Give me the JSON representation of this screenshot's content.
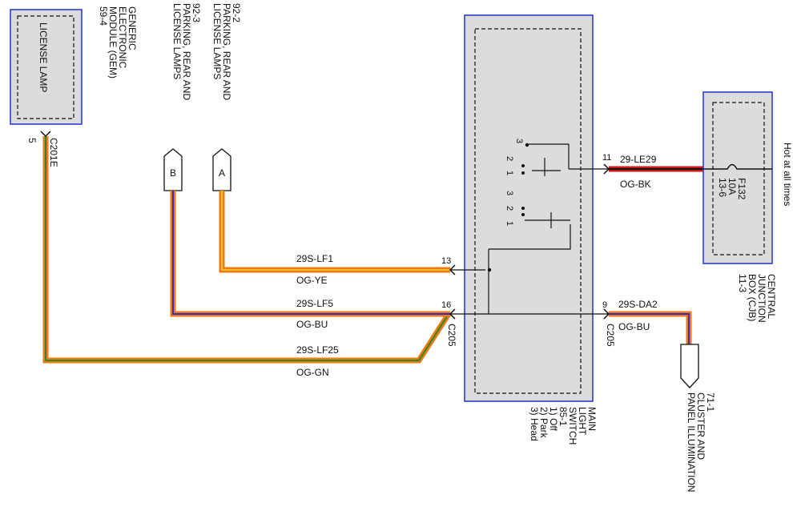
{
  "gem": {
    "box_label": "LICENSE LAMP",
    "title_lines": [
      "GENERIC",
      "ELECTRONIC",
      "MODULE (GEM)",
      "59-4"
    ],
    "pin": "5",
    "connector": "C201E"
  },
  "off_page": {
    "b": {
      "letter": "B",
      "lines": [
        "92-3",
        "PARKING, REAR AND",
        "LICENSE LAMPS"
      ]
    },
    "a": {
      "letter": "A",
      "lines": [
        "92-2",
        "PARKING, REAR AND",
        "LICENSE LAMPS"
      ]
    },
    "cluster": {
      "lines": [
        "71-1",
        "CLUSTER AND",
        "PANEL ILLUMINATION"
      ]
    }
  },
  "wires": {
    "lf1": {
      "circuit": "29S-LF1",
      "color": "OG-YE"
    },
    "lf5": {
      "circuit": "29S-LF5",
      "color": "OG-BU"
    },
    "lf25": {
      "circuit": "29S-LF25",
      "color": "OG-GN"
    },
    "le29": {
      "circuit": "29-LE29",
      "color": "OG-BK"
    },
    "da2": {
      "circuit": "29S-DA2",
      "color": "OG-BU"
    }
  },
  "switch": {
    "lines": [
      "MAIN",
      "LIGHT",
      "SWITCH",
      "85-1",
      "1) Off",
      "2) Park",
      "3) Head"
    ],
    "pins": {
      "p13": "13",
      "p16": "16",
      "p11": "11",
      "p9": "9"
    },
    "connector_left": "C205",
    "connector_right": "C205",
    "contacts_top": [
      "3",
      "2",
      "1"
    ],
    "contacts_bottom": [
      "3",
      "2",
      "1"
    ]
  },
  "cjb": {
    "fuse_lines": [
      "F132",
      "10A",
      "13-6"
    ],
    "title_lines": [
      "CENTRAL",
      "JUNCTION",
      "BOX (CJB)",
      "11-3"
    ],
    "hot_label": "Hot at all times"
  },
  "colors": {
    "orange": "#f07a10",
    "yellow": "#f0c030",
    "blue": "#3a2ad0",
    "green": "#2a8a2a",
    "black": "#111111",
    "red": "#c81818",
    "box_border": "#2233cc",
    "box_fill": "#dcdcdc"
  }
}
